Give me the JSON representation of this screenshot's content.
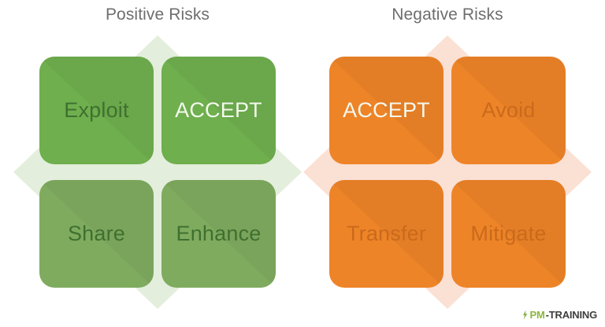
{
  "groups": [
    {
      "id": "positive",
      "title": "Positive Risks",
      "accent": "#6faf4e",
      "backdrop": "#e4eedc",
      "tiles": [
        {
          "label": "Exploit",
          "emphasis": "normal"
        },
        {
          "label": "ACCEPT",
          "emphasis": "highlight"
        },
        {
          "label": "Share",
          "emphasis": "normal"
        },
        {
          "label": "Enhance",
          "emphasis": "normal"
        }
      ]
    },
    {
      "id": "negative",
      "title": "Negative Risks",
      "accent": "#ee8428",
      "backdrop": "#fbe0d4",
      "tiles": [
        {
          "label": "ACCEPT",
          "emphasis": "highlight"
        },
        {
          "label": "Avoid",
          "emphasis": "normal"
        },
        {
          "label": "Transfer",
          "emphasis": "normal"
        },
        {
          "label": "Mitigate",
          "emphasis": "normal"
        }
      ]
    }
  ],
  "logo": {
    "mark": "arrow-icon",
    "primary": "PM",
    "secondary": "-TRAINING",
    "primary_color": "#8cb63c",
    "secondary_color": "#3d3d3d"
  }
}
